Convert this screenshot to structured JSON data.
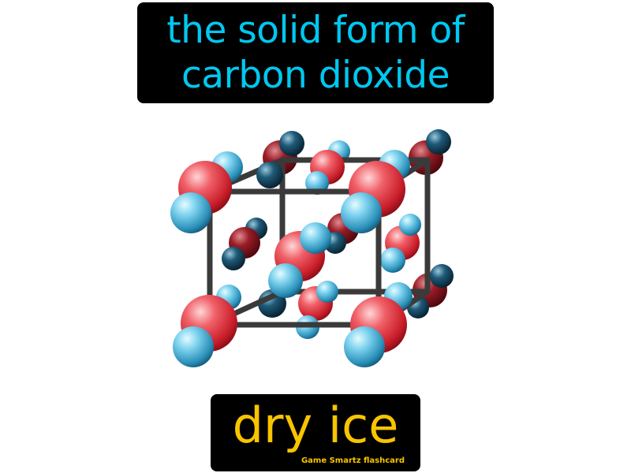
{
  "definition": {
    "line1": "the solid form of",
    "line2": "carbon dioxide"
  },
  "term": {
    "text": "dry ice"
  },
  "brand": {
    "text": "Game Smartz flashcard"
  },
  "colors": {
    "background": "#ffffff",
    "box": "#000000",
    "definition_text": "#00c8f0",
    "term_text": "#f8c400",
    "oxygen_red": "#e0303a",
    "carbon_blue": "#2ea0c8",
    "bond_gray": "#505050"
  },
  "illustration": {
    "subject": "carbon-dioxide-crystal-lattice"
  }
}
